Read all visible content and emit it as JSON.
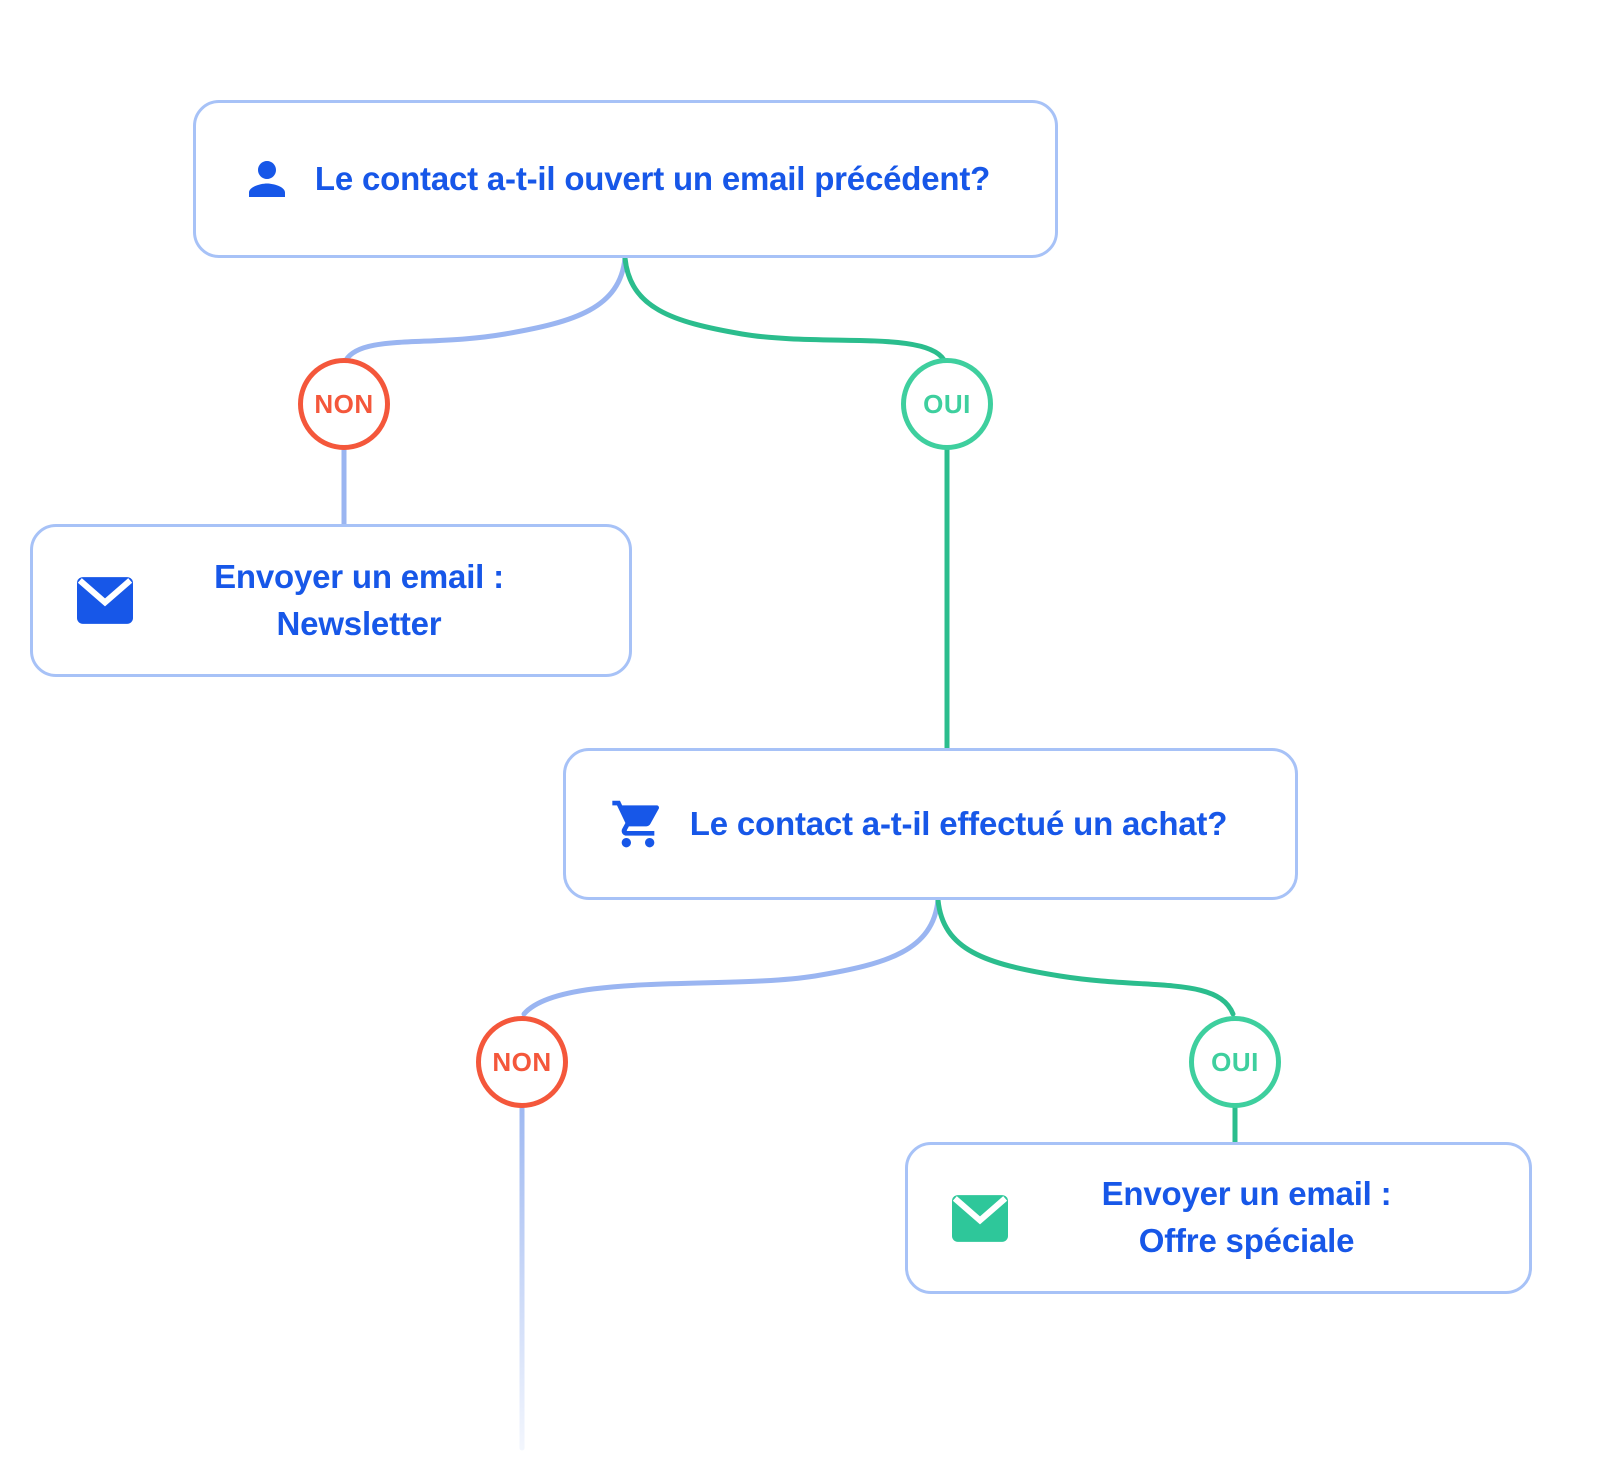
{
  "colors": {
    "accent_blue": "#1757e8",
    "border_blue": "#a7c2f7",
    "edge_blue": "#9ab5f1",
    "edge_green": "#2bbd8d",
    "circle_green": "#3ecf9e",
    "circle_orange": "#f4573b",
    "icon_blue": "#1757e8",
    "icon_green": "#2ec79a",
    "bg": "#ffffff"
  },
  "nodes": {
    "question_email": {
      "icon": "person-icon",
      "label": "Le contact a-t-il ouvert un email précédent?"
    },
    "send_newsletter": {
      "icon": "email-icon",
      "label_line1": "Envoyer un email :",
      "label_line2": "Newsletter"
    },
    "question_purchase": {
      "icon": "shopping-cart-icon",
      "label": "Le contact a-t-il effectué un achat?"
    },
    "send_offer": {
      "icon": "email-icon",
      "label_line1": "Envoyer un email :",
      "label_line2": "Offre spéciale"
    }
  },
  "branches": {
    "no_label": "NON",
    "yes_label": "OUI"
  }
}
